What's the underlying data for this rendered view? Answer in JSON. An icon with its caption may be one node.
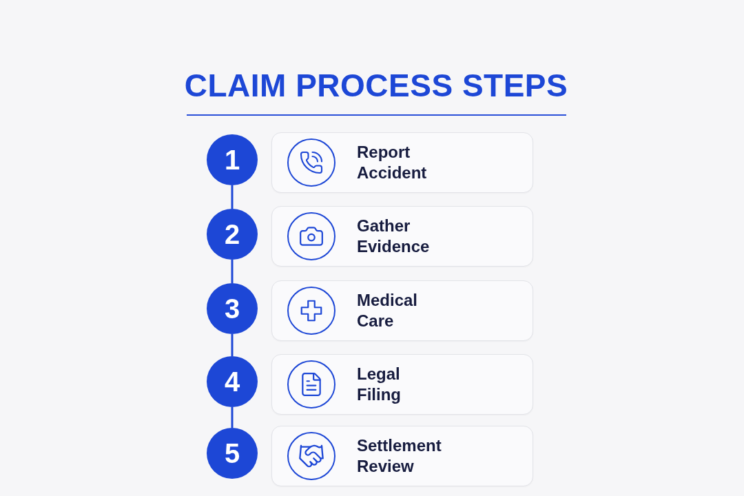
{
  "diagram": {
    "title": "CLAIM PROCESS STEPS",
    "nodes": [
      {
        "text": [
          "1"
        ]
      },
      {
        "text": [
          "Report Accident"
        ]
      },
      {
        "text": [
          "2"
        ]
      },
      {
        "text": [
          "Gather Evidence"
        ]
      },
      {
        "text": [
          "3"
        ]
      },
      {
        "text": [
          "Medical Care"
        ]
      },
      {
        "text": [
          "4"
        ]
      },
      {
        "text": [
          "Legal Filing"
        ]
      },
      {
        "text": [
          "5"
        ]
      },
      {
        "text": [
          "Settlement Review"
        ]
      }
    ],
    "edges": [
      {
        "from": 0,
        "to": 2,
        "arrow": "none"
      },
      {
        "from": 2,
        "to": 4,
        "arrow": "none"
      },
      {
        "from": 4,
        "to": 6,
        "arrow": "none"
      },
      {
        "from": 6,
        "to": 8,
        "arrow": "none"
      }
    ]
  }
}
